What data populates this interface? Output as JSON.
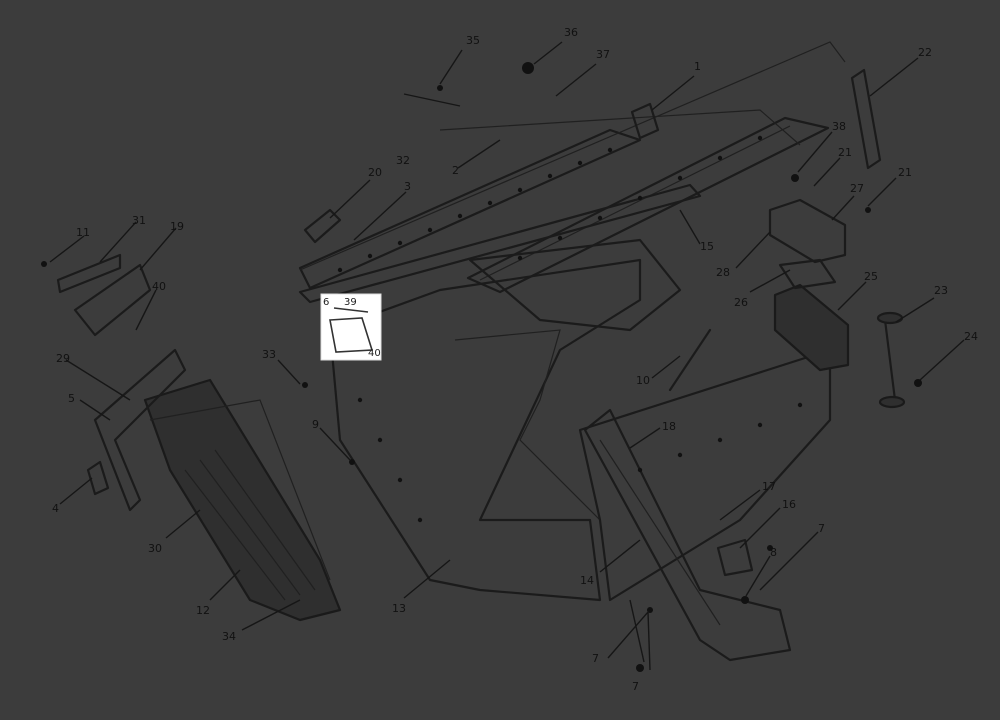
{
  "diagram": {
    "background_color": "#3c3c3c",
    "line_color": "#1b1b1b",
    "inset_color": "#ffffff",
    "callouts": [
      "1",
      "2",
      "3",
      "4",
      "5",
      "6",
      "7",
      "7",
      "7",
      "8",
      "9",
      "10",
      "11",
      "12",
      "13",
      "14",
      "15",
      "16",
      "17",
      "18",
      "19",
      "20",
      "21",
      "21",
      "22",
      "23",
      "24",
      "25",
      "26",
      "27",
      "28",
      "29",
      "30",
      "31",
      "32",
      "33",
      "34",
      "35",
      "36",
      "37",
      "38",
      "39",
      "40"
    ],
    "inset": {
      "label_left": "6",
      "label_right": "39",
      "label_bottom": "40"
    }
  }
}
